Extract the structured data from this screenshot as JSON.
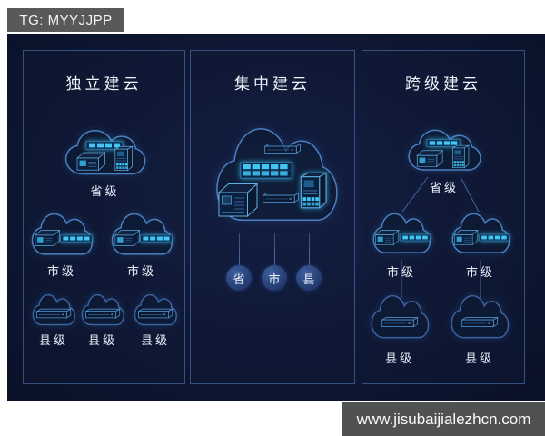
{
  "header": {
    "tag_label": "TG: MYYJJPP"
  },
  "watermark": {
    "url_label": "www.jisubaijialezhcn.com"
  },
  "colors": {
    "canvas_background": "#ffffff",
    "diagram_background": "#0e1834",
    "panel_border": "#5882c3",
    "cloud_stroke": "#4a80c2",
    "glow_cyan": "#41c7f4",
    "text": "#e8eef8",
    "badge_background": "#58595b",
    "watermark_background": "#505153"
  },
  "icons": {
    "cloud": "cloud-outline",
    "server_bar": "blade-server-glowing",
    "server_box": "server-chassis-3d",
    "server_rack": "rack-cabinet",
    "server_flat": "flat-storage-unit",
    "server_2u": "rackmount-server-glowing"
  },
  "panels": [
    {
      "title": "独立建云",
      "nodes": [
        {
          "label": "省级"
        },
        {
          "label": "市级"
        },
        {
          "label": "市级"
        },
        {
          "label": "县级"
        },
        {
          "label": "县级"
        },
        {
          "label": "县级"
        }
      ]
    },
    {
      "title": "集中建云",
      "circles": [
        {
          "label": "省"
        },
        {
          "label": "市"
        },
        {
          "label": "县"
        }
      ]
    },
    {
      "title": "跨级建云",
      "nodes": [
        {
          "label": "省级"
        },
        {
          "label": "市级"
        },
        {
          "label": "市级"
        },
        {
          "label": "县级"
        },
        {
          "label": "县级"
        }
      ]
    }
  ]
}
